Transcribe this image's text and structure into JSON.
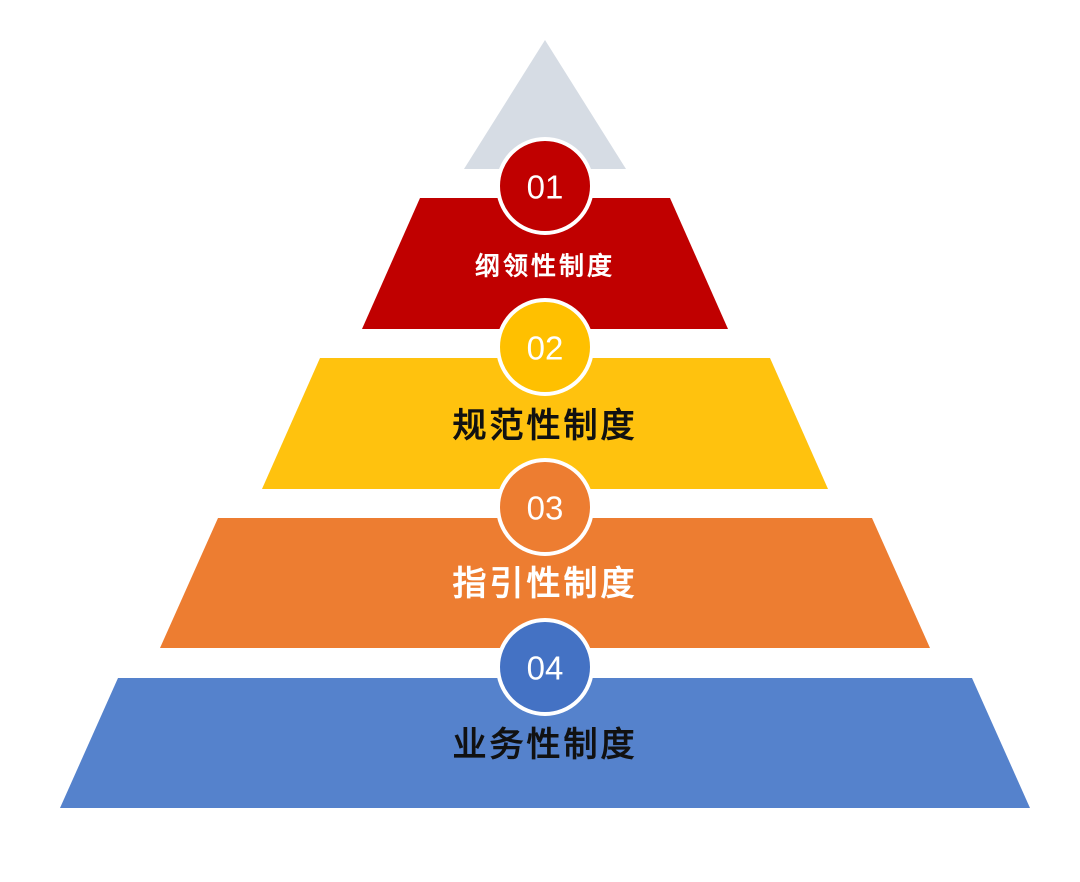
{
  "diagram": {
    "type": "pyramid",
    "apex_color": "#D6DCE4",
    "tiers": [
      {
        "number": "01",
        "label": "纲领性制度",
        "band_color": "#C00000",
        "badge_color": "#C00000",
        "label_color": "#FFFFFF"
      },
      {
        "number": "02",
        "label": "规范性制度",
        "band_color": "#FFC20E",
        "badge_color": "#FFC000",
        "label_color": "#111111"
      },
      {
        "number": "03",
        "label": "指引性制度",
        "band_color": "#ED7D31",
        "badge_color": "#ED7D31",
        "label_color": "#FFFFFF"
      },
      {
        "number": "04",
        "label": "业务性制度",
        "band_color": "#5582CC",
        "badge_color": "#4472C4",
        "label_color": "#111111"
      }
    ]
  }
}
